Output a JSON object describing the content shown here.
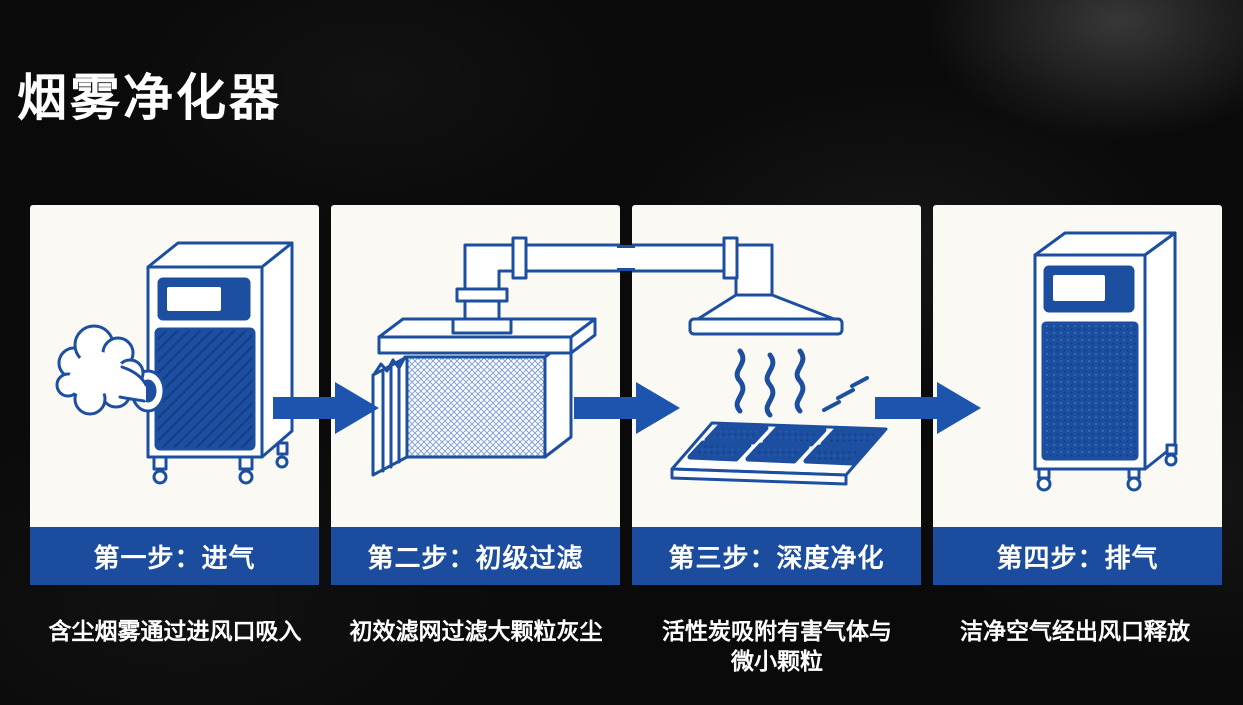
{
  "title": "烟雾净化器",
  "steps": [
    {
      "banner": "第一步：进气",
      "caption": "含尘烟雾通过进风口吸入",
      "icon": "intake-machine-icon"
    },
    {
      "banner": "第二步：初级过滤",
      "caption": "初效滤网过滤大颗粒灰尘",
      "icon": "primary-filter-icon"
    },
    {
      "banner": "第三步：深度净化",
      "caption": "活性炭吸附有害气体与微小颗粒",
      "icon": "carbon-purifier-icon"
    },
    {
      "banner": "第四步：排气",
      "caption": "洁净空气经出风口释放",
      "icon": "exhaust-cabinet-icon"
    }
  ],
  "colors": {
    "background": "#0a0a0a",
    "card_background": "#faf9f4",
    "banner_blue": "#1b4c9e",
    "arrow_blue": "#1d55ae",
    "lineart_blue": "#1d4fa1",
    "text_white": "#ffffff"
  }
}
